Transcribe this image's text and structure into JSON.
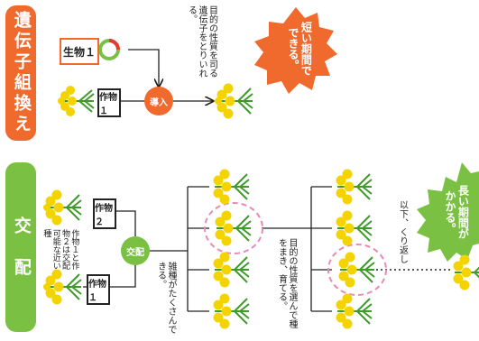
{
  "top_section": {
    "label": "遺伝子組換え",
    "organism1": "生物１",
    "crop1": "作物１",
    "action": "導入",
    "note": "目的の性質を司る遺伝子をとりいれる。",
    "callout": "短い期間でできる。"
  },
  "bottom_section": {
    "label": "交　配",
    "crop1": "作物１",
    "crop2": "作物２",
    "compat_note": "作物１と作物２は交配可能な近い種",
    "action": "交配",
    "hybrid_note": "雑種がたくさんできる。",
    "select_note": "目的の性質を選んで種をまき、育てる。",
    "repeat_note": "以下、くり返し",
    "callout": "長い期間がかかる。"
  },
  "colors": {
    "orange": "#f06a2e",
    "green": "#7ac143",
    "pink_selection": "#e88ab4",
    "flower_yellow": "#f4d400",
    "stem_green": "#3f9a2b"
  }
}
